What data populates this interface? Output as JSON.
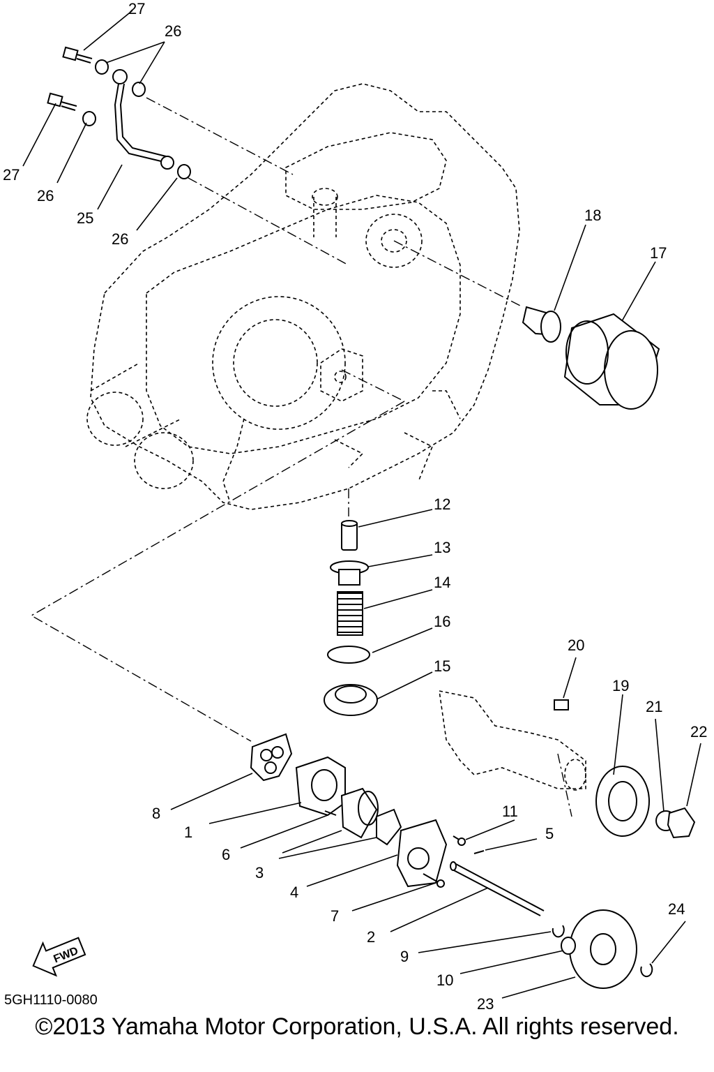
{
  "parts": [
    {
      "id": "p1",
      "num": "1"
    },
    {
      "id": "p2",
      "num": "2"
    },
    {
      "id": "p3",
      "num": "3"
    },
    {
      "id": "p4",
      "num": "4"
    },
    {
      "id": "p5",
      "num": "5"
    },
    {
      "id": "p6",
      "num": "6"
    },
    {
      "id": "p7",
      "num": "7"
    },
    {
      "id": "p8",
      "num": "8"
    },
    {
      "id": "p9",
      "num": "9"
    },
    {
      "id": "p10",
      "num": "10"
    },
    {
      "id": "p11",
      "num": "11"
    },
    {
      "id": "p12",
      "num": "12"
    },
    {
      "id": "p13",
      "num": "13"
    },
    {
      "id": "p14",
      "num": "14"
    },
    {
      "id": "p15",
      "num": "15"
    },
    {
      "id": "p16",
      "num": "16"
    },
    {
      "id": "p17",
      "num": "17"
    },
    {
      "id": "p18",
      "num": "18"
    },
    {
      "id": "p19",
      "num": "19"
    },
    {
      "id": "p20",
      "num": "20"
    },
    {
      "id": "p21",
      "num": "21"
    },
    {
      "id": "p22",
      "num": "22"
    },
    {
      "id": "p23",
      "num": "23"
    },
    {
      "id": "p24",
      "num": "24"
    },
    {
      "id": "p25",
      "num": "25"
    },
    {
      "id": "p26a",
      "num": "26"
    },
    {
      "id": "p26b",
      "num": "26"
    },
    {
      "id": "p26c",
      "num": "26"
    },
    {
      "id": "p27a",
      "num": "27"
    },
    {
      "id": "p27b",
      "num": "27"
    }
  ],
  "fwd_label": "FWD",
  "diagram_code": "5GH1110-0080",
  "copyright": "©2013 Yamaha Motor Corporation, U.S.A. All rights reserved."
}
